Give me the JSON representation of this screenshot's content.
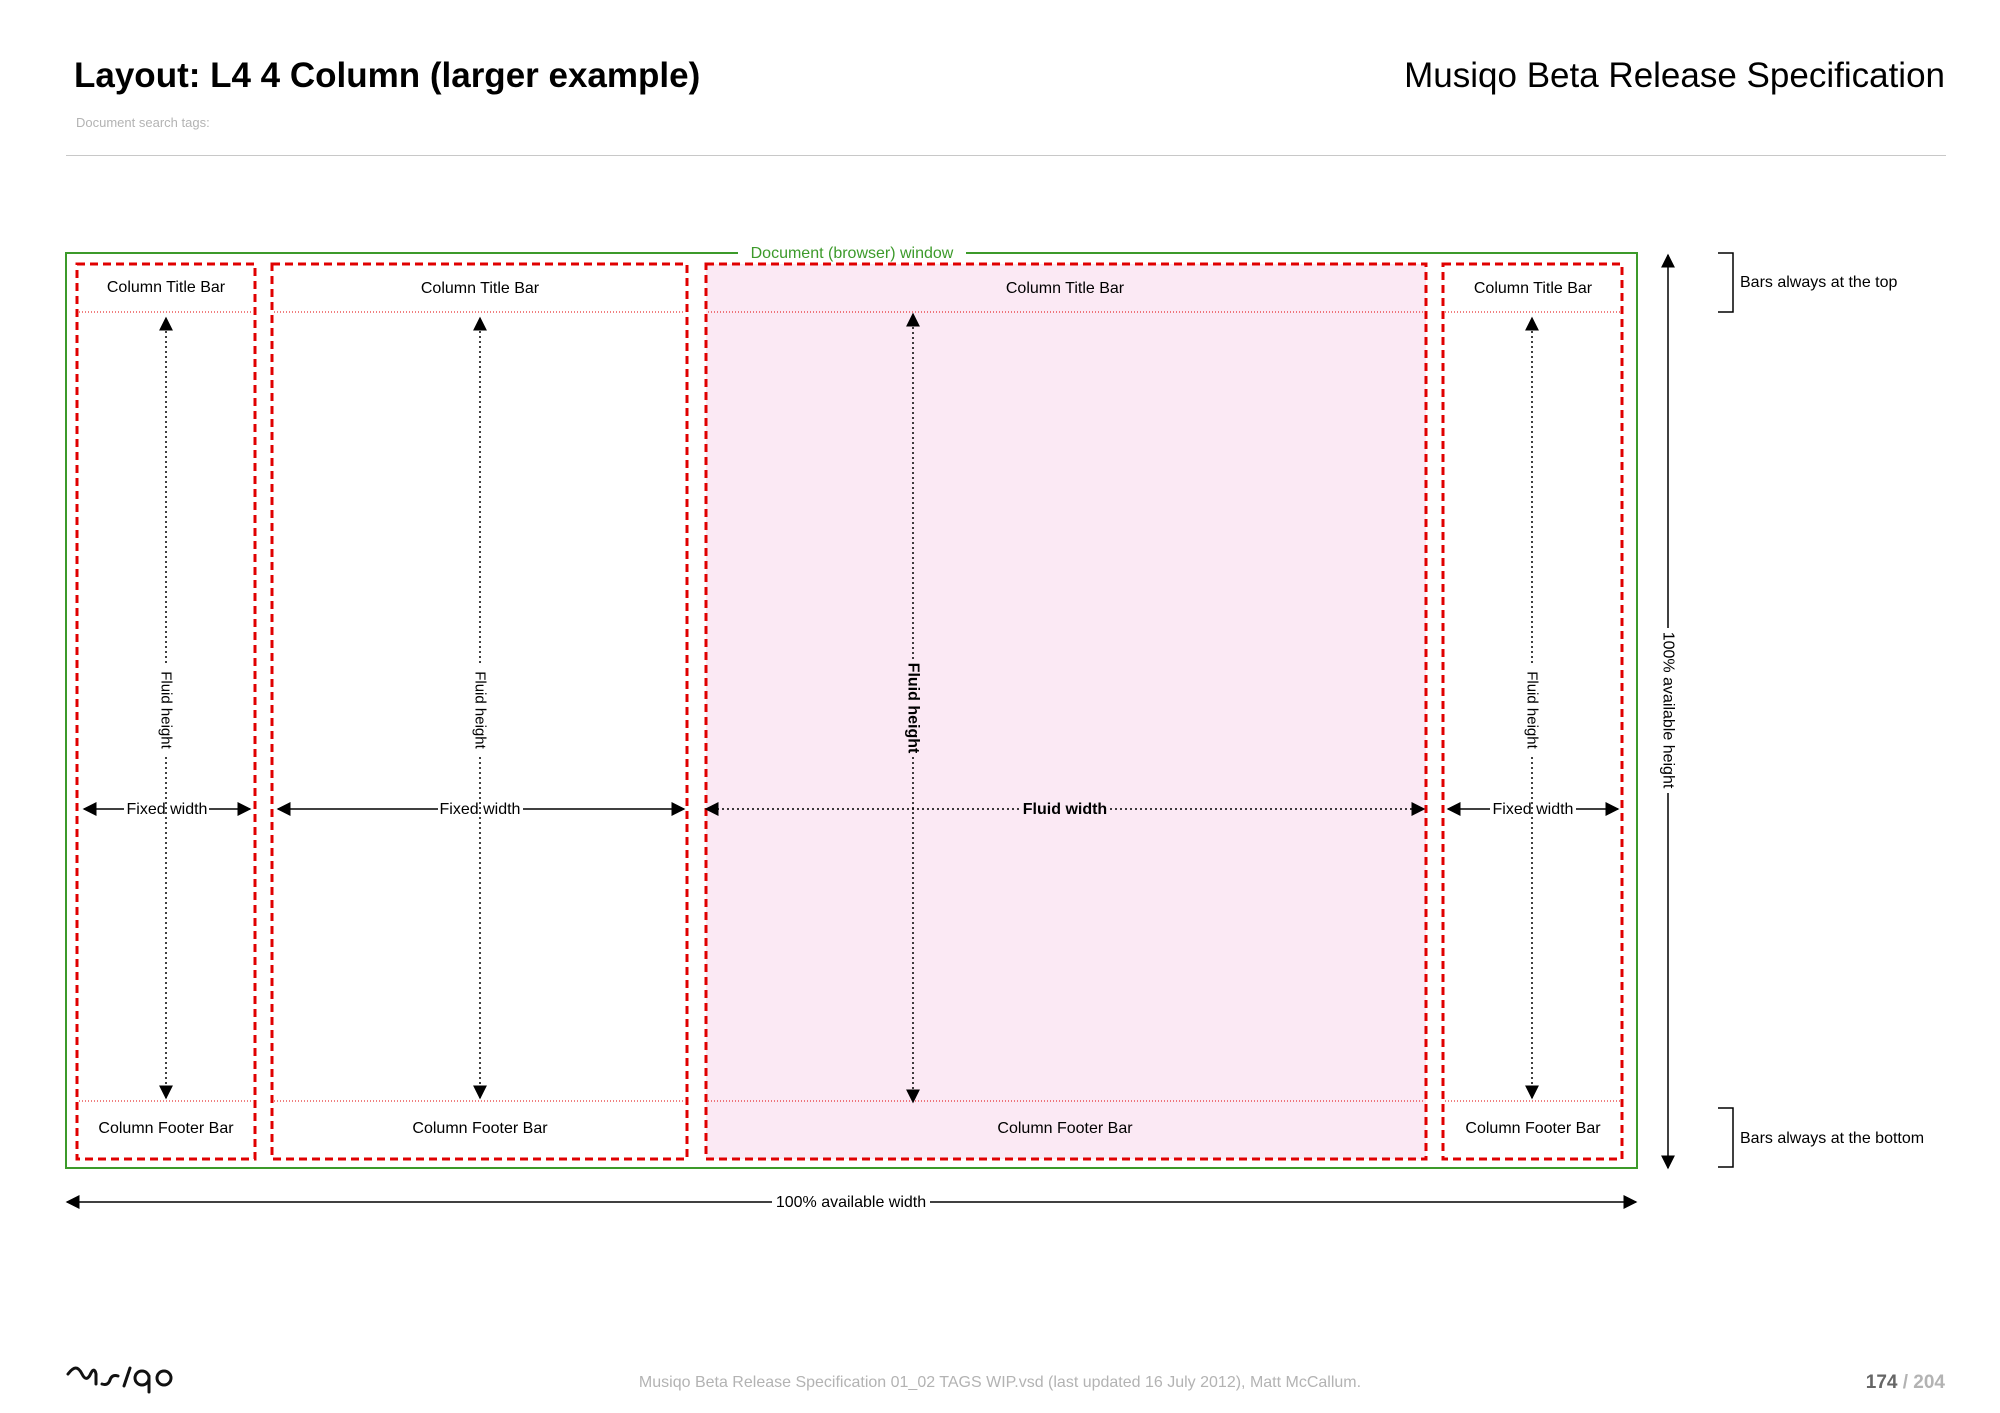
{
  "header": {
    "title": "Layout: L4 4 Column (larger example)",
    "document_title": "Musiqo Beta Release Specification",
    "search_tags_label": "Document search tags:"
  },
  "diagram": {
    "window_label": "Document (browser) window",
    "columns": [
      {
        "title_bar": "Column Title Bar",
        "footer_bar": "Column Footer Bar",
        "height_label": "Fluid height",
        "width_label": "Fixed width"
      },
      {
        "title_bar": "Column Title Bar",
        "footer_bar": "Column Footer Bar",
        "height_label": "Fluid height",
        "width_label": "Fixed width"
      },
      {
        "title_bar": "Column Title Bar",
        "footer_bar": "Column Footer Bar",
        "height_label": "Fluid height",
        "width_label": "Fluid width"
      },
      {
        "title_bar": "Column Title Bar",
        "footer_bar": "Column Footer Bar",
        "height_label": "Fluid height",
        "width_label": "Fixed width"
      }
    ],
    "available_width_label": "100% available width",
    "available_height_label": "100% available height",
    "top_note": "Bars always at the top",
    "bottom_note": "Bars always at the bottom",
    "colors": {
      "window_border": "#3c9a2a",
      "column_border": "#e00000",
      "fluid_fill": "#fbe9f4"
    }
  },
  "footer": {
    "logo_text": "musiqo",
    "file_info": "Musiqo Beta Release Specification 01_02 TAGS WIP.vsd (last updated 16 July 2012), Matt McCallum.",
    "page_current": "174",
    "page_separator": " / ",
    "page_total": "204"
  }
}
